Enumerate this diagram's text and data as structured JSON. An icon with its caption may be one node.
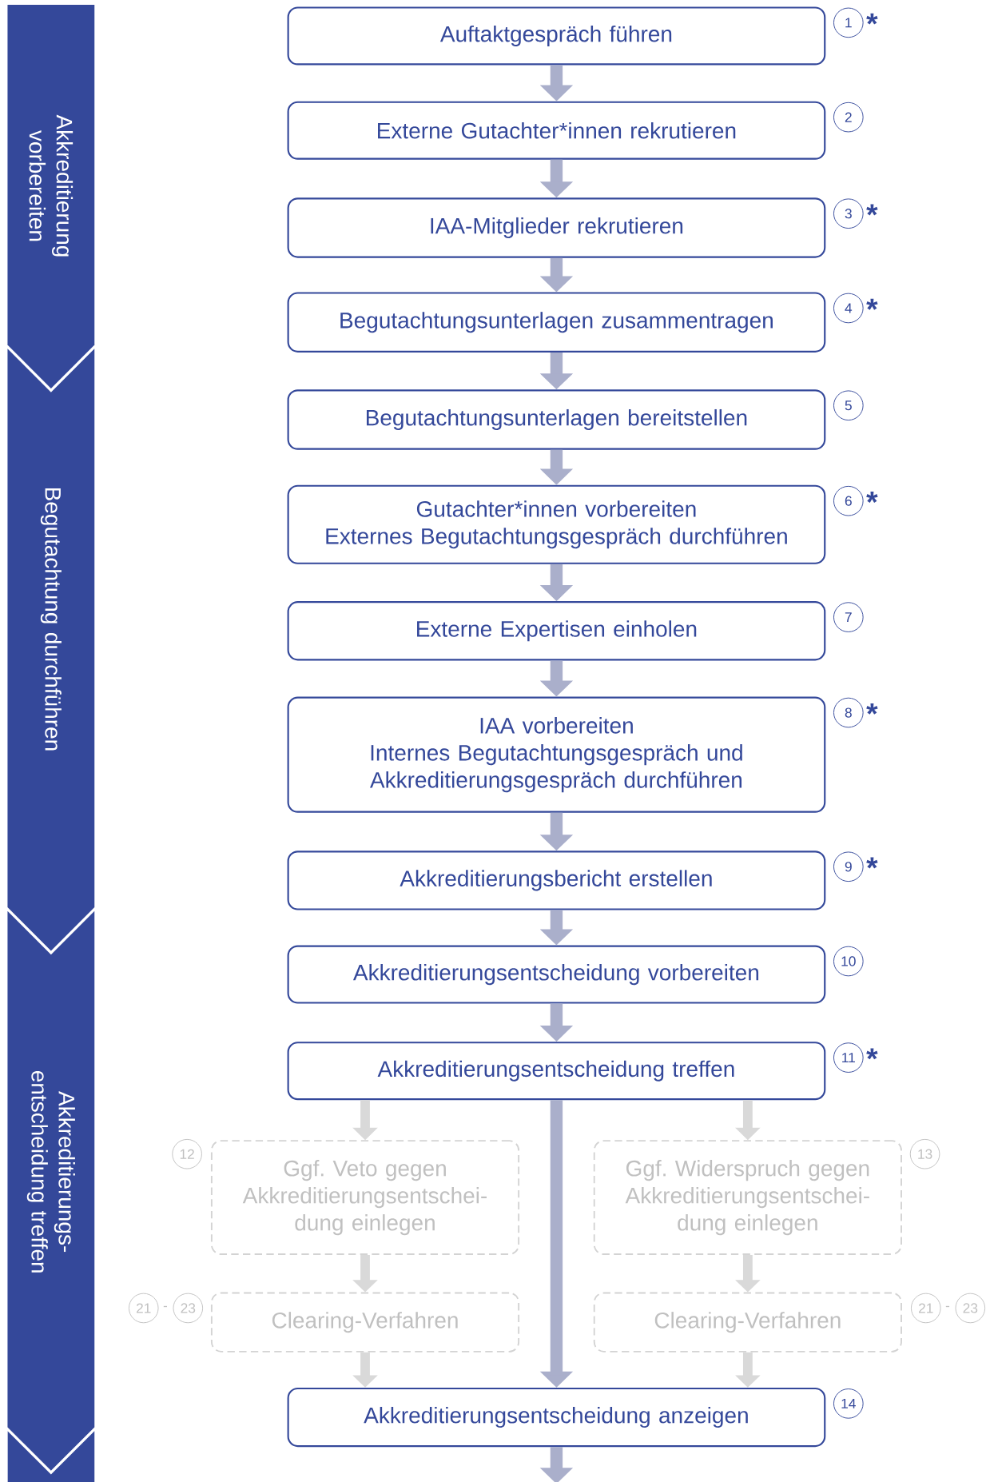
{
  "diagram": {
    "nodes": [
      {
        "text": [
          "Akkreditierung vorbereiten"
        ]
      },
      {
        "text": [
          "Begutachtung durchführen"
        ]
      },
      {
        "text": [
          "Akkreditierungs- entscheidung treffen"
        ]
      },
      {
        "text": [
          "Auftaktgespräch führen"
        ],
        "beside": [
          "1",
          "*"
        ]
      },
      {
        "text": [
          "Externe Gutachter*innen rekrutieren"
        ],
        "beside": [
          "2"
        ]
      },
      {
        "text": [
          "IAA-Mitglieder rekrutieren"
        ],
        "beside": [
          "3",
          "*"
        ]
      },
      {
        "text": [
          "Begutachtungsunterlagen zusammentragen"
        ],
        "beside": [
          "4",
          "*"
        ]
      },
      {
        "text": [
          "Begutachtungsunterlagen bereitstellen"
        ],
        "beside": [
          "5"
        ]
      },
      {
        "text": [
          "Gutachter*innen vorbereiten",
          "Externes Begutachtungsgespräch durchführen"
        ],
        "beside": [
          "6",
          "*"
        ]
      },
      {
        "text": [
          "Externe Expertisen einholen"
        ],
        "beside": [
          "7"
        ]
      },
      {
        "text": [
          "IAA vorbereiten",
          "Internes Begutachtungsgespräch und Akkreditierungsgespräch durchführen"
        ],
        "beside": [
          "8",
          "*"
        ]
      },
      {
        "text": [
          "Akkreditierungsbericht erstellen"
        ],
        "beside": [
          "9",
          "*"
        ]
      },
      {
        "text": [
          "Akkreditierungsentscheidung vorbereiten"
        ],
        "beside": [
          "10"
        ]
      },
      {
        "text": [
          "Akkreditierungsentscheidung treffen"
        ],
        "beside": [
          "11",
          "*"
        ]
      },
      {
        "text": [
          "Ggf. Veto gegen Akkreditierungsentschei- dung einlegen"
        ],
        "beside": [
          "12"
        ]
      },
      {
        "text": [
          "Ggf. Widerspruch gegen Akkreditierungsentschei- dung einlegen"
        ],
        "beside": [
          "13"
        ]
      },
      {
        "text": [
          "Clearing-Verfahren"
        ],
        "beside": [
          "21",
          "-",
          "23"
        ]
      },
      {
        "text": [
          "Clearing-Verfahren"
        ],
        "beside": [
          "21",
          "-",
          "23"
        ]
      },
      {
        "text": [
          "Akkreditierungsentscheidung anzeigen"
        ],
        "beside": [
          "14"
        ]
      }
    ],
    "edges": [
      {
        "from": 3,
        "to": 4,
        "arrow": "to"
      },
      {
        "from": 4,
        "to": 5,
        "arrow": "to"
      },
      {
        "from": 5,
        "to": 6,
        "arrow": "to"
      },
      {
        "from": 6,
        "to": 7,
        "arrow": "to"
      },
      {
        "from": 7,
        "to": 8,
        "arrow": "to"
      },
      {
        "from": 8,
        "to": 9,
        "arrow": "to"
      },
      {
        "from": 9,
        "to": 10,
        "arrow": "to"
      },
      {
        "from": 10,
        "to": 11,
        "arrow": "to"
      },
      {
        "from": 11,
        "to": 12,
        "arrow": "to"
      },
      {
        "from": 12,
        "to": 13,
        "arrow": "to"
      },
      {
        "from": 13,
        "to": 14,
        "arrow": "to",
        "color": "#d9d9d9"
      },
      {
        "from": 13,
        "to": 15,
        "arrow": "to",
        "color": "#d9d9d9"
      },
      {
        "from": 14,
        "to": 16,
        "arrow": "to",
        "color": "#d9d9d9"
      },
      {
        "from": 15,
        "to": 17,
        "arrow": "to",
        "color": "#d9d9d9"
      },
      {
        "from": 16,
        "to": 18,
        "arrow": "to",
        "color": "#d9d9d9"
      },
      {
        "from": 17,
        "to": 18,
        "arrow": "to",
        "color": "#d9d9d9"
      },
      {
        "from": 13,
        "to": 18,
        "arrow": "to"
      },
      {
        "from": 18,
        "to": null,
        "arrow": "to"
      }
    ]
  }
}
